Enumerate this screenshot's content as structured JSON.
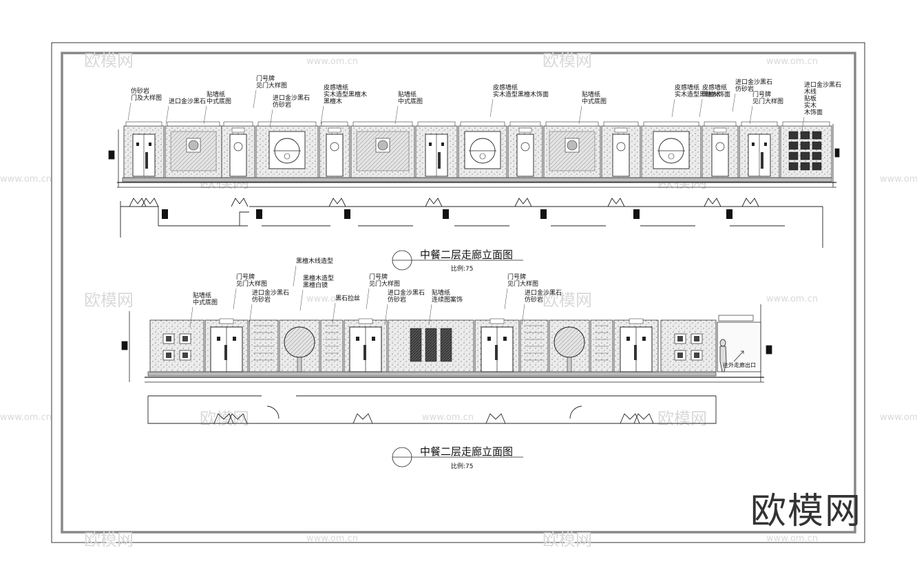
{
  "brand": {
    "name": "欧模网",
    "watermark_text": "欧模网",
    "watermark_url": "www.om.cn"
  },
  "drawing_1": {
    "title": "中餐二层走廊立面图",
    "scale": "比例:75",
    "labels": [
      [
        "仿砂岩",
        "门及大样图"
      ],
      [
        "进口金沙黑石"
      ],
      [
        "贴墙纸",
        "中式底图"
      ],
      [
        "门号牌",
        "见门大样图"
      ],
      [
        "进口金沙黑石",
        "仿砂岩"
      ],
      [
        "皮感墙纸",
        "实木造型黑檀木",
        "黑檀木"
      ],
      [
        "贴墙纸",
        "中式底图"
      ],
      [
        "皮感墙纸",
        "实木造型黑檀木饰面"
      ],
      [
        "贴墙纸",
        "中式底图"
      ],
      [
        "皮感墙纸",
        "实木造型黑檀木饰面"
      ],
      [
        "皮感墙纸",
        "黑檀木"
      ],
      [
        "进口金沙黑石",
        "仿砂岩"
      ],
      [
        "门号牌",
        "见门大样图"
      ],
      [
        "进口金沙黑石",
        "木线",
        "贴板",
        "实木",
        "木饰面"
      ]
    ]
  },
  "drawing_2": {
    "title": "中餐二层走廊立面图",
    "scale": "比例:75",
    "labels": [
      [
        "贴墙纸",
        "中式底图"
      ],
      [
        "门号牌",
        "见门大样图"
      ],
      [
        "进口金沙黑石",
        "仿砂岩"
      ],
      [
        "黑檀木线造型"
      ],
      [
        "黑檀木造型",
        "黑檀白镜"
      ],
      [
        "黑石拉丝"
      ],
      [
        "门号牌",
        "见门大样图"
      ],
      [
        "进口金沙黑石",
        "仿砂岩"
      ],
      [
        "贴墙纸",
        "连续图案饰"
      ],
      [
        "门号牌",
        "见门大样图"
      ],
      [
        "进口金沙黑石",
        "仿砂岩"
      ]
    ],
    "exit_label": "往外走廊出口"
  }
}
